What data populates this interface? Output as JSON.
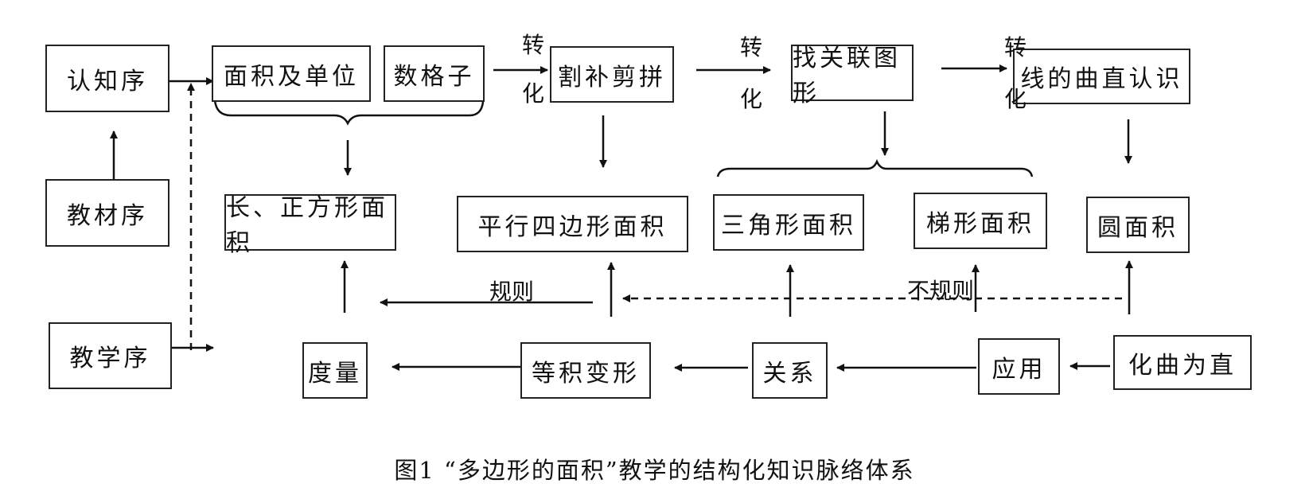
{
  "nodes": {
    "cognitive_order": "认知序",
    "textbook_order": "教材序",
    "teaching_order": "教学序",
    "area_and_unit": "面积及单位",
    "count_squares": "数格子",
    "cut_fill_rearrange": "割补剪拼",
    "find_related_shapes": "找关联图形",
    "line_curve_straight": "线的曲直认识",
    "rect_square_area": "长、正方形面积",
    "parallelogram_area": "平行四边形面积",
    "triangle_area": "三角形面积",
    "trapezoid_area": "梯形面积",
    "circle_area": "圆面积",
    "measurement": "度量",
    "equal_area_transform": "等积变形",
    "relation": "关系",
    "application": "应用",
    "curve_to_straight": "化曲为直"
  },
  "edge_labels": {
    "transform_1_top": "转",
    "transform_1_bottom": "化",
    "transform_2_top": "转",
    "transform_2_bottom": "化",
    "transform_3_top": "转",
    "transform_3_bottom": "化",
    "regular": "规则",
    "irregular": "不规则"
  },
  "caption": "图1 “多边形的面积”教学的结构化知识脉络体系"
}
